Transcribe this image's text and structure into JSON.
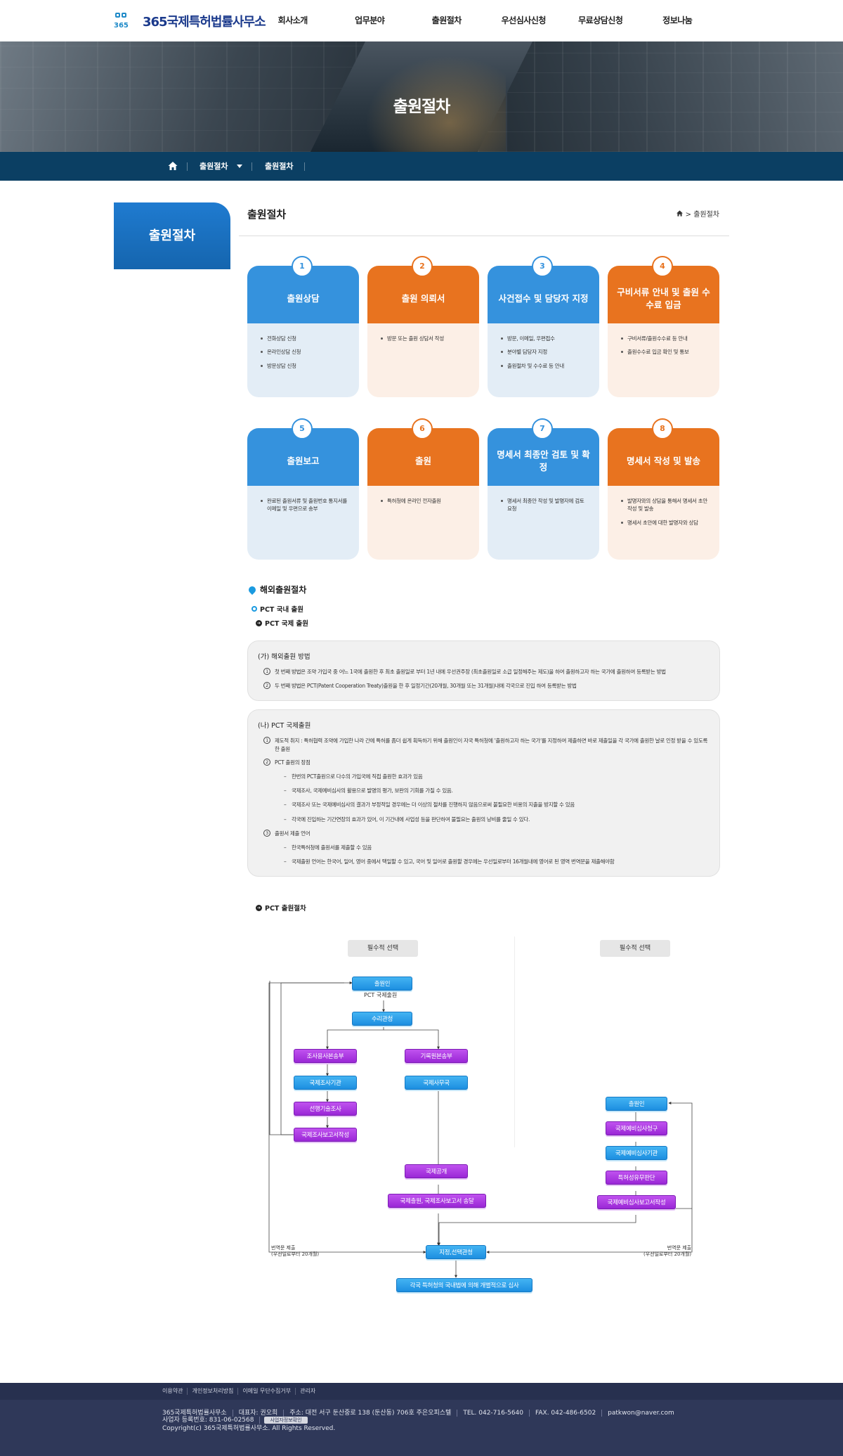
{
  "header": {
    "logo_mark": "365",
    "logo_text": "365국제특허법률사무소",
    "nav": [
      "회사소개",
      "업무분야",
      "출원절차",
      "우선심사신청",
      "무료상담신청",
      "정보나눔"
    ]
  },
  "hero": {
    "title": "출원절차"
  },
  "breadcrumb_bar": {
    "level1": "출원절차",
    "level2": "출원절차"
  },
  "sidebar": {
    "title": "출원절차"
  },
  "content": {
    "title": "출원절차",
    "location": "> 출원절차"
  },
  "steps": [
    {
      "num": "1",
      "title": "출원상담",
      "color": "blue",
      "items": [
        "전화상담 신청",
        "온라인상담 신청",
        "방문상담 신청"
      ]
    },
    {
      "num": "2",
      "title": "출원 의뢰서",
      "color": "orange",
      "items": [
        "방문 또는 출원 상담서 작성"
      ]
    },
    {
      "num": "3",
      "title": "사건접수 및 담당자 지정",
      "color": "blue",
      "items": [
        "방문, 이메일, 우편접수",
        "분야별 담당자 지정",
        "출원절차 및 수수료 등 안내"
      ]
    },
    {
      "num": "4",
      "title": "구비서류 안내 및 출원 수수료 입금",
      "color": "orange",
      "items": [
        "구비서류/출원수수료 등 안내",
        "출원수수료 입금 확인 및 통보"
      ]
    },
    {
      "num": "5",
      "title": "출원보고",
      "color": "blue",
      "items": [
        "완료된 출원서류 및 출원번호 통지서를 이메일 및 우편으로 송부"
      ]
    },
    {
      "num": "6",
      "title": "출원",
      "color": "orange",
      "items": [
        "특허청에 온라인 전자출원"
      ]
    },
    {
      "num": "7",
      "title": "명세서 최종안 검토 및 확정",
      "color": "blue",
      "items": [
        "명세서 최종안 작성 및 발명자에 검토 요청"
      ]
    },
    {
      "num": "8",
      "title": "명세서 작성 및 발송",
      "color": "orange",
      "items": [
        "발명자와의 상담을 통해서 명세서 초안 작성 및 발송",
        "명세서 초안에 대한 발명자와 상담"
      ]
    }
  ],
  "overseas": {
    "title": "해외출원절차",
    "tab_domestic": "PCT 국내 출원",
    "tab_international": "PCT 국제 출원",
    "box_a": {
      "title": "(가) 해외출원 방법",
      "rows": [
        {
          "n": "1",
          "text": "첫 번째 방법은 조약 가입국 중 어느 1국에 출원한 후 최초 출원일로 부터 1년 내에 우선권주장 (최초출원일로 소급 일정해주는 제도)을 하여 출원하고자 하는 국가에 출원하여 등록받는 방법"
        },
        {
          "n": "2",
          "text": "두 번째 방법은 PCT(Patent Cooperation Treaty)출원을 한 후 일정기간(20개월, 30개월 또는 31개월)내에 각국으로 진입 하여 등록받는 방법"
        }
      ]
    },
    "box_b": {
      "title": "(나) PCT 국제출원",
      "row1_n": "1",
      "row1": "제도적 취지 : 특허협력 조약에 가입한 나라 간에 특허를 좀더 쉽게 획득하기 위해 출원인이 자국 특허청에 '출원하고자 하는 국가'를 지정하여 제출하면 바로 제출일을 각 국가에 출원한 날로 인정 받을 수 있도록 한 출원",
      "row2_n": "2",
      "row2": "PCT 출원의 장점",
      "row2_items": [
        "한번의 PCT출원으로 다수의 가입국에 직접 출원한 효과가 있음",
        "국제조사, 국제예비심사의 활용으로 발명의 평가, 보완의 기회를 가질 수 있음.",
        "국제조사 또는 국제예비심사의 결과가 부정적일 경우에는 더 이상의 절차를 진행하지 않음으로써 불필요한 비용의 지출을 방지할 수 있음",
        "각국에 진입하는 기간연장의 효과가 있어, 이 기간내에 사업성 등을 판단하여 불필요는 출원의 낭비를 줄일 수 있다."
      ],
      "row3_n": "3",
      "row3": "출원서 제출 언어",
      "row3_items": [
        "한국특허청에 출원서를 제출할 수 있음",
        "국제출원 언어는 한국어, 일어, 영어 중에서 택일할 수 있고, 국어 및 일어로 출원할 경우에는 우선일로부터 16개월내에 영어로 된 영역 번역문을 제출해야함"
      ]
    },
    "pct_flow_title": "PCT 출원절차"
  },
  "flow": {
    "select_left": "필수적 선택",
    "select_right": "필수적 선택",
    "applicant": "출원인",
    "pct_label": "PCT 국제출원",
    "receiving_office": "수리관청",
    "search_copy": "조사용사본송부",
    "record_copy": "기록원본송부",
    "isa": "국제조사기관",
    "ib": "국제사무국",
    "prior_art": "선행기술조사",
    "isr": "국제조사보고서작성",
    "publication": "국제공개",
    "send_report": "국제출원, 국제조사보고서 송달",
    "applicant2": "출원인",
    "iper_request": "국제예비심사청구",
    "ipea": "국제예비심사기관",
    "patentability": "특허성유무판단",
    "iper_report": "국제예비심사보고서작성",
    "designated": "지정,선택관청",
    "national_exam": "각국 특허청의 국내법에 의해 개별적으로 심사",
    "translation_left": "번역문 제출\n(우선일로부터 20개월)",
    "translation_right": "번역문 제출\n(우선일로부터 20개월)"
  },
  "footer": {
    "links": [
      "이용약관",
      "개인정보처리방침",
      "이메일 무단수집거부",
      "관리자"
    ],
    "company": "365국제특허법률사무소",
    "ceo": "대표자: 권오희",
    "address": "주소: 대전 서구 둔산중로 138 (둔산동) 706호 주은오피스텔",
    "tel": "TEL. 042-716-5640",
    "fax": "FAX. 042-486-6502",
    "email": "patkwon@naver.com",
    "biz_no": "사업자 등록번호: 831-06-02568",
    "biz_badge": "사업자정보확인",
    "copyright": "Copyright(c) 365국제특허법률사무소. All Rights Reserved."
  },
  "colors": {
    "blue": "#3592dd",
    "orange": "#e8731f",
    "navy": "#0b3f63",
    "footer": "#2f3859"
  }
}
